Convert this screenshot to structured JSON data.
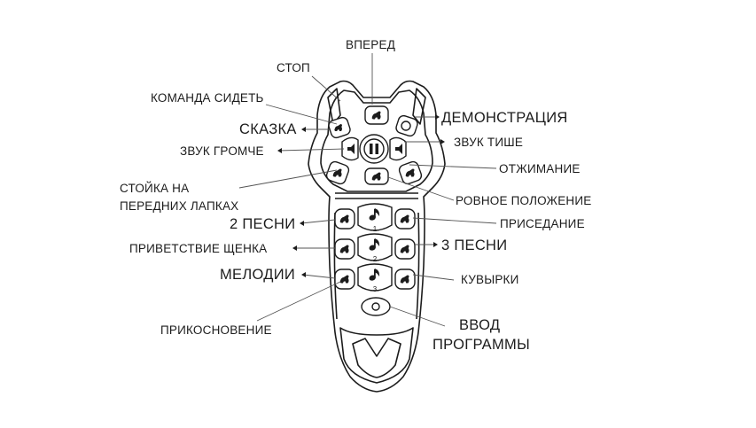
{
  "labels": {
    "forward": "ВПЕРЕД",
    "stop": "СТОП",
    "sit_command": "КОМАНДА СИДЕТЬ",
    "fairy_tale": "СКАЗКА",
    "demonstration": "ДЕМОНСТРАЦИЯ",
    "volume_up": "ЗВУК ГРОМЧЕ",
    "volume_down": "ЗВУК ТИШЕ",
    "push_ups": "ОТЖИМАНИЕ",
    "front_paw_stand_line1": "СТОЙКА НА",
    "front_paw_stand_line2": "ПЕРЕДНИХ ЛАПКАХ",
    "level_position": "РОВНОЕ ПОЛОЖЕНИЕ",
    "songs_2": "2 ПЕСНИ",
    "squat": "ПРИСЕДАНИЕ",
    "puppy_greeting": "ПРИВЕТСТВИЕ ЩЕНКА",
    "songs_3": "3 ПЕСНИ",
    "melodies": "МЕЛОДИИ",
    "somersaults": "КУВЫРКИ",
    "touch": "ПРИКОСНОВЕНИЕ",
    "program_input_line1": "ВВОД",
    "program_input_line2": "ПРОГРАММЫ"
  },
  "button_numbers": [
    "1",
    "2",
    "3"
  ],
  "icons": [
    "pause-icon",
    "volume-up-icon",
    "volume-down-icon",
    "music-note-icon",
    "dog-icon",
    "settings-icon",
    "demo-icon"
  ],
  "colors": {
    "line": "#1c1c1c",
    "fill": "#ffffff"
  }
}
